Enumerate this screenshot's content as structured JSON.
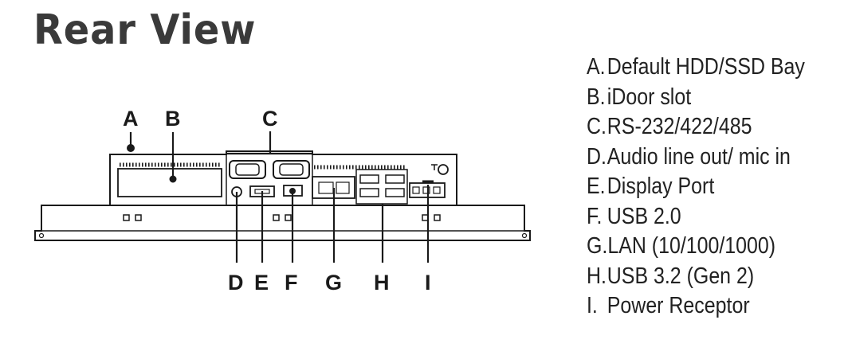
{
  "title": "Rear View",
  "callouts": [
    "A",
    "B",
    "C",
    "D",
    "E",
    "F",
    "G",
    "H",
    "I"
  ],
  "legend": [
    {
      "key": "A.",
      "text": "Default HDD/SSD Bay"
    },
    {
      "key": "B.",
      "text": "iDoor slot"
    },
    {
      "key": "C.",
      "text": "RS-232/422/485"
    },
    {
      "key": "D.",
      "text": "Audio line out/ mic in"
    },
    {
      "key": "E.",
      "text": "Display Port"
    },
    {
      "key": "F.",
      "text": "USB 2.0"
    },
    {
      "key": "G.",
      "text": "LAN (10/100/1000)"
    },
    {
      "key": "H.",
      "text": "USB 3.2 (Gen 2)"
    },
    {
      "key": "I.",
      "text": "Power Receptor"
    }
  ]
}
